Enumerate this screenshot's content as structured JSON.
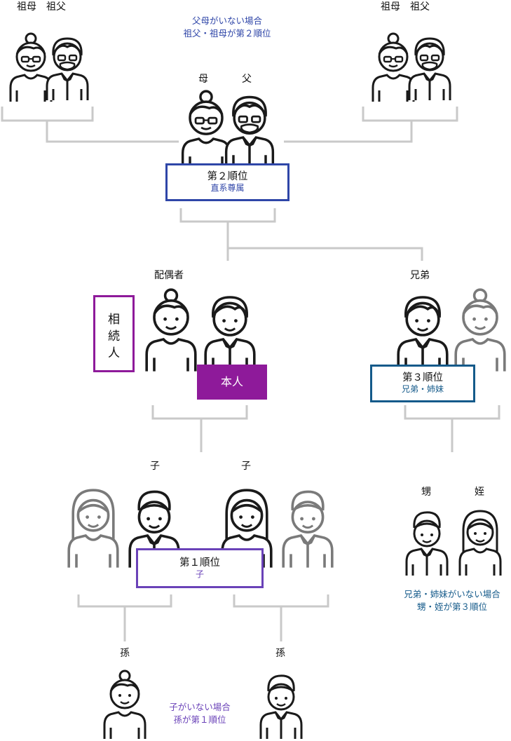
{
  "colors": {
    "line": "#c9c9c9",
    "person": "#1a1a1a",
    "person_gray": "#7a7a7a",
    "rank2": "#2f46a8",
    "rank3": "#145a8a",
    "rank1": "#6a42b8",
    "heir": "#8e1a9a"
  },
  "labels": {
    "grand_left": "祖母　祖父",
    "grand_right": "祖母　祖父",
    "mother": "母",
    "father": "父",
    "spouse": "配偶者",
    "sibling": "兄弟",
    "child1": "子",
    "child2": "子",
    "nephew": "甥",
    "niece": "姪",
    "grandchild1": "孫",
    "grandchild2": "孫"
  },
  "notes": {
    "grandparents": [
      "父母がいない場合",
      "祖父・祖母が第２順位"
    ],
    "nephews": [
      "兄弟・姉妹がいない場合",
      "甥・姪が第３順位"
    ],
    "grandchildren": [
      "子がいない場合",
      "孫が第１順位"
    ]
  },
  "rank2": {
    "title": "第２順位",
    "sub": "直系尊属"
  },
  "rank3": {
    "title": "第３順位",
    "sub": "兄弟・姉妹"
  },
  "rank1": {
    "title": "第１順位",
    "sub": "子"
  },
  "heir": [
    "相",
    "続",
    "人"
  ],
  "self": "本人",
  "icons": [
    "person-female-glasses-icon",
    "person-male-beard-icon",
    "person-female-icon",
    "person-male-icon",
    "person-girl-icon",
    "person-boy-icon"
  ]
}
